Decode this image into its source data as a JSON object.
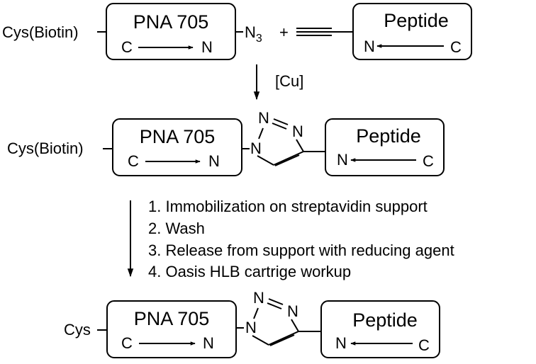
{
  "pna_label": "PNA 705",
  "peptide_label": "Peptide",
  "term_c": "C",
  "term_n": "N",
  "cys_biotin": "Cys(Biotin)",
  "cys": "Cys",
  "azide_n": "N",
  "azide_sub": "3",
  "plus": "+",
  "catalyst": "[Cu]",
  "triazole_atom": "N",
  "steps": [
    "1. Immobilization on streptavidin support",
    "2. Wash",
    "3. Release from support with reducing agent",
    "4. Oasis HLB cartrige workup"
  ]
}
